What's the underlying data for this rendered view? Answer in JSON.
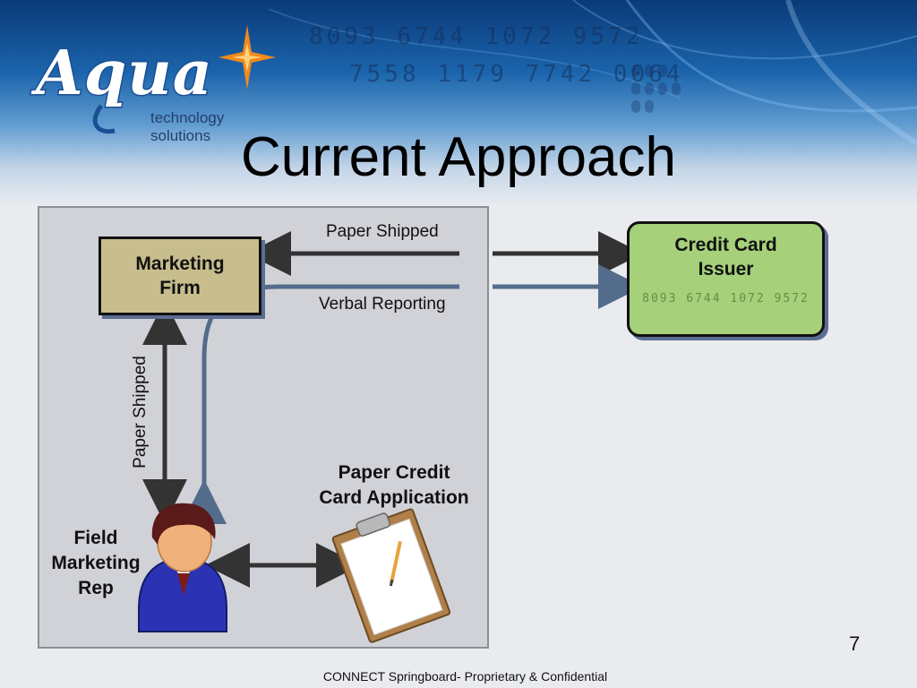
{
  "logo": {
    "wordmark": "Aqua",
    "subtitle": "technology solutions"
  },
  "banner": {
    "card_number_line1": "8093 6744 1072 9572",
    "card_number_line2": "7558 1179 7742 0064"
  },
  "title": "Current Approach",
  "nodes": {
    "marketing_firm": {
      "line1": "Marketing",
      "line2": "Firm"
    },
    "credit_card_issuer": {
      "line1": "Credit Card",
      "line2": "Issuer",
      "card_number": "8093 6744 1072 9572"
    },
    "field_marketing_rep": {
      "line1": "Field",
      "line2": "Marketing",
      "line3": "Rep"
    },
    "paper_application": {
      "line1": "Paper Credit",
      "line2": "Card Application"
    }
  },
  "edges": {
    "paper_shipped_top": "Paper Shipped",
    "verbal_reporting": "Verbal Reporting",
    "paper_shipped_vertical": "Paper Shipped"
  },
  "colors": {
    "marketing_firm_fill": "#c7bd8d",
    "issuer_fill": "#a6d07a",
    "paper_arrow": "#333333",
    "verbal_arrow": "#546c8c"
  },
  "footer": "CONNECT Springboard- Proprietary & Confidential",
  "page_number": "7"
}
